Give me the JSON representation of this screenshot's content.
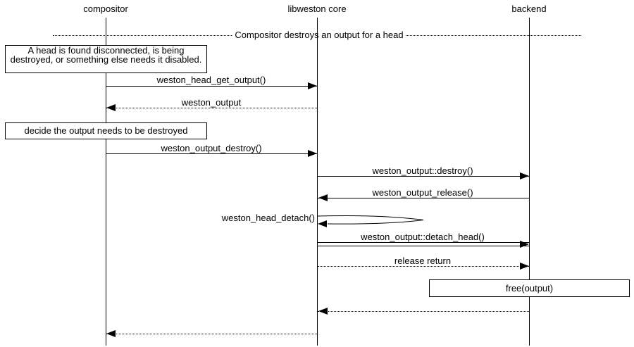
{
  "diagram": {
    "type": "sequence-diagram",
    "colors": {
      "line": "#000000",
      "text": "#000000",
      "background": "#ffffff"
    },
    "actors": [
      {
        "name": "compositor"
      },
      {
        "name": "libweston core"
      },
      {
        "name": "backend"
      }
    ],
    "divider": {
      "label": "Compositor destroys an output for a head"
    },
    "notes": [
      {
        "text": "A head is found disconnected, is being destroyed, or something else needs it disabled."
      },
      {
        "text": "decide the output needs to be destroyed"
      },
      {
        "text": "free(output)"
      }
    ],
    "messages": [
      {
        "label": "weston_head_get_output()",
        "from": "compositor",
        "to": "libweston core",
        "line": "solid"
      },
      {
        "label": "weston_output",
        "from": "libweston core",
        "to": "compositor",
        "line": "dotted"
      },
      {
        "label": "weston_output_destroy()",
        "from": "compositor",
        "to": "libweston core",
        "line": "solid"
      },
      {
        "label": "weston_output::destroy()",
        "from": "libweston core",
        "to": "backend",
        "line": "solid"
      },
      {
        "label": "weston_output_release()",
        "from": "backend",
        "to": "libweston core",
        "line": "solid"
      },
      {
        "label": "weston_head_detach()",
        "from": "libweston core",
        "to": "libweston core",
        "line": "self"
      },
      {
        "label": "weston_output::detach_head()",
        "from": "libweston core",
        "to": "backend",
        "line": "double"
      },
      {
        "label": "release return",
        "from": "libweston core",
        "to": "backend",
        "line": "dotted"
      },
      {
        "label": "",
        "from": "backend",
        "to": "libweston core",
        "line": "dotted"
      },
      {
        "label": "",
        "from": "libweston core",
        "to": "compositor",
        "line": "dotted"
      }
    ]
  }
}
